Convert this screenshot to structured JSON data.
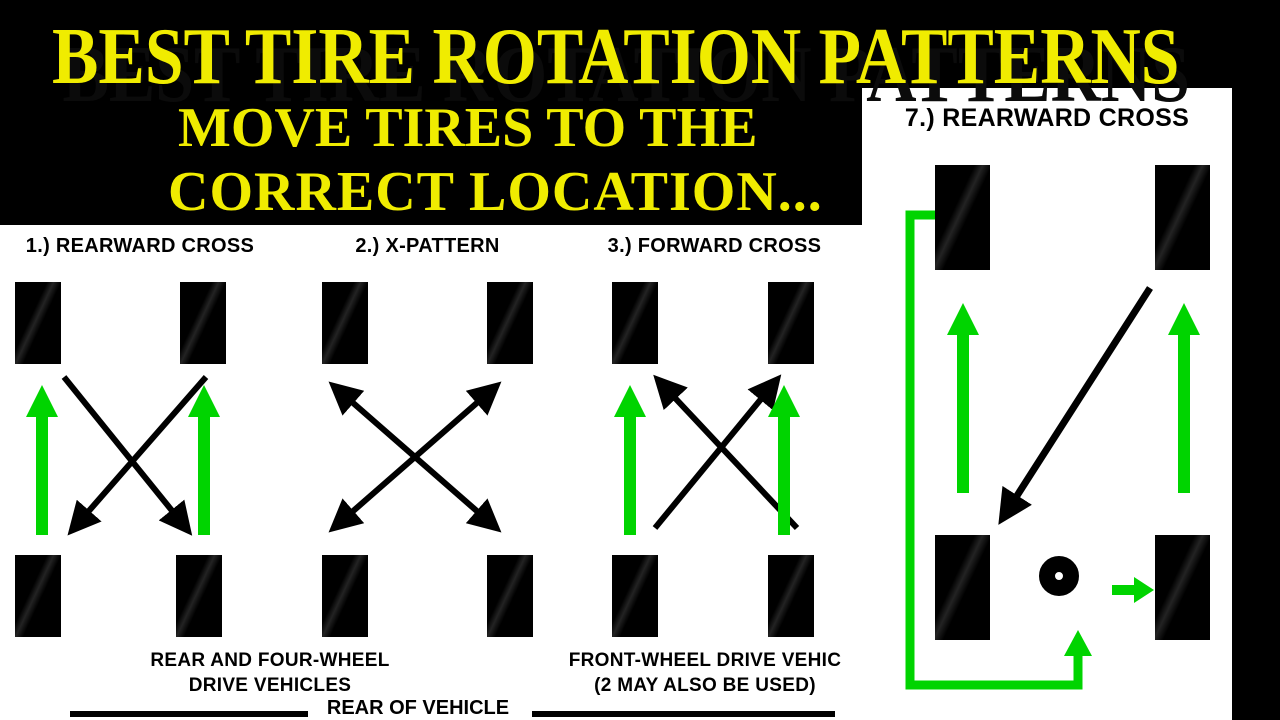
{
  "title": {
    "line1": "BEST TIRE ROTATION PATTERNS",
    "line2": "MOVE TIRES TO THE",
    "line3": "CORRECT LOCATION..."
  },
  "patterns": {
    "p1_label": "1.) REARWARD CROSS",
    "p2_label": "2.) X-PATTERN",
    "p3_label": "3.) FORWARD CROSS"
  },
  "captions": {
    "left_line1": "REAR AND FOUR-WHEEL",
    "left_line2": "DRIVE VEHICLES",
    "right_line1": "FRONT-WHEEL DRIVE VEHIC",
    "right_line2": "(2 MAY ALSO BE USED)"
  },
  "footer": {
    "label": "REAR OF VEHICLE"
  },
  "side_panel": {
    "title": "7.) REARWARD CROSS"
  },
  "colors": {
    "title_yellow": "#f0ec00",
    "arrow_green": "#00d400",
    "panel_white": "#ffffff",
    "ink_black": "#000000"
  }
}
